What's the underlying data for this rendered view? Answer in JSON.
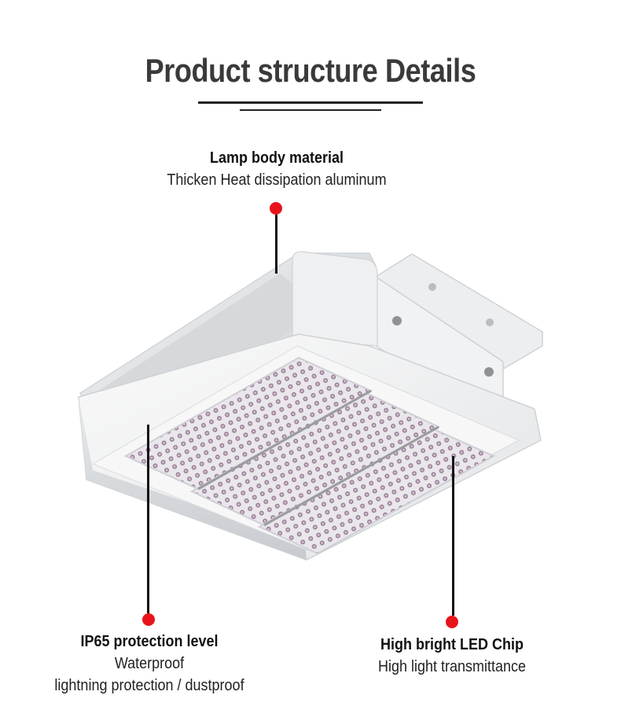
{
  "page": {
    "title": "Product structure Details"
  },
  "callouts": {
    "lamp_body": {
      "heading": "Lamp body material",
      "lines": [
        "Thicken Heat dissipation aluminum"
      ]
    },
    "protection": {
      "heading": "IP65 protection level",
      "lines": [
        "Waterproof",
        "lightning protection / dustproof"
      ]
    },
    "led_chip": {
      "heading": "High bright LED Chip",
      "lines": [
        "High light transmittance"
      ]
    }
  },
  "colors": {
    "marker": "#e8141b",
    "title": "#3a3a3a",
    "leader": "#111111"
  }
}
